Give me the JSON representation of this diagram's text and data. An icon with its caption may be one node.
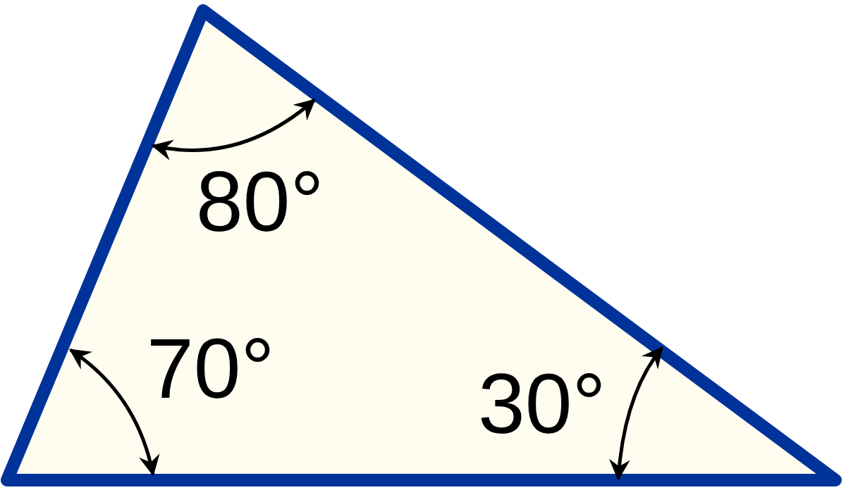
{
  "diagram": {
    "labels": [
      "80°",
      "70°",
      "30°"
    ]
  }
}
